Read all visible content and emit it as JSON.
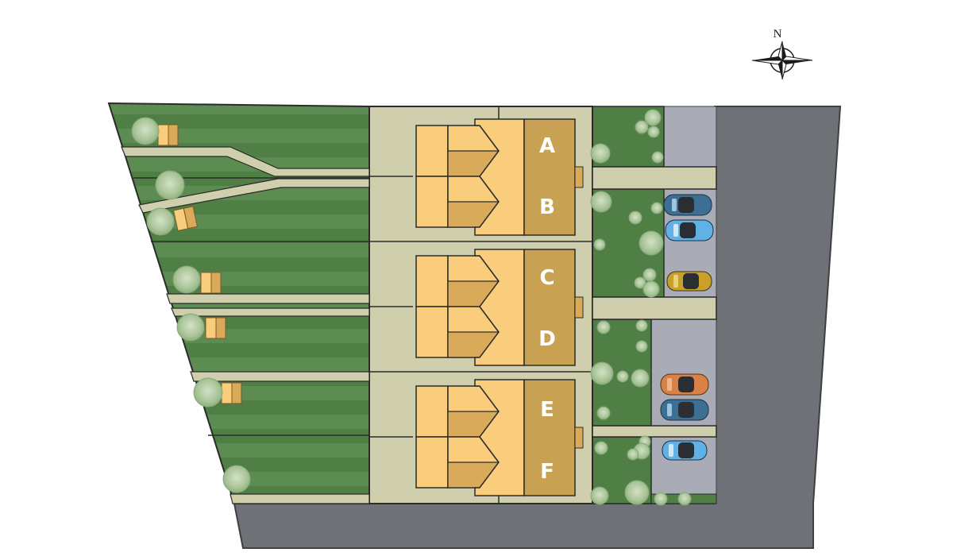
{
  "compass": {
    "label": "N"
  },
  "units": [
    {
      "label": "A"
    },
    {
      "label": "B"
    },
    {
      "label": "C"
    },
    {
      "label": "D"
    },
    {
      "label": "E"
    },
    {
      "label": "F"
    }
  ],
  "cars": [
    {
      "color": "#3d6f95"
    },
    {
      "color": "#5fb1e6"
    },
    {
      "color": "#c9a12a"
    },
    {
      "color": "#d88248"
    },
    {
      "color": "#3d6f95"
    },
    {
      "color": "#5fb1e6"
    }
  ],
  "colors": {
    "lawn": "#4f7f45",
    "lawn_stripe": "#5d8c52",
    "path": "#cfcfae",
    "road": "#6e7276",
    "parking": "#a9acb6",
    "roof_light": "#f9cd7c",
    "roof_mid": "#d8aa5a",
    "roof_dark": "#c9a153",
    "tree": "#b7cfa8"
  }
}
